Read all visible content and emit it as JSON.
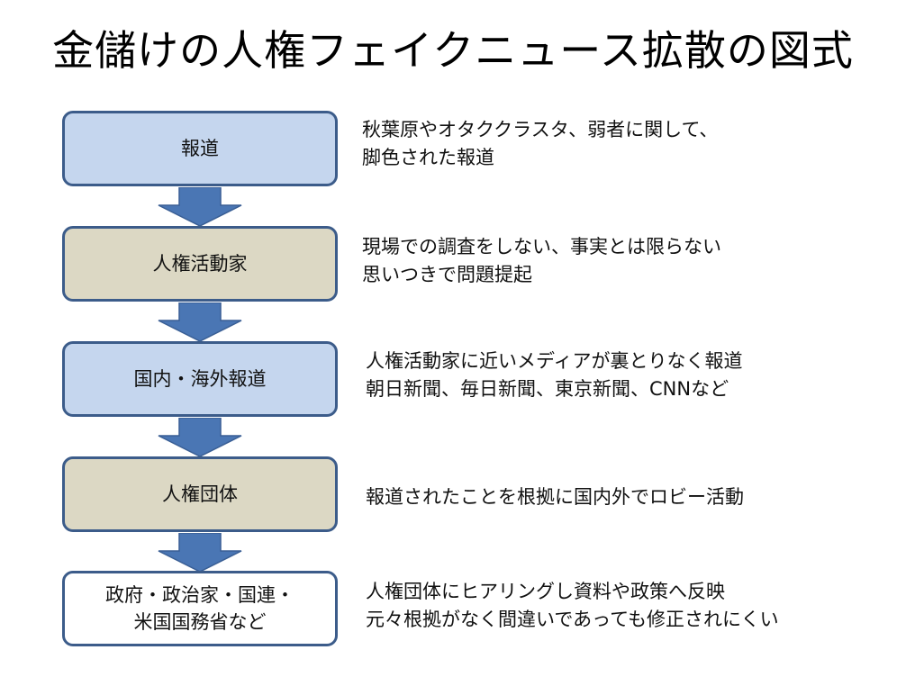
{
  "title": "金儲けの人権フェイクニュース拡散の図式",
  "colors": {
    "box_border": "#3c5c8a",
    "box_blue": "#c5d6ee",
    "box_tan": "#dcd8c4",
    "box_white": "#ffffff",
    "arrow_fill": "#4a76b4",
    "arrow_stroke": "#3a5f95"
  },
  "steps": [
    {
      "label_lines": [
        "報道"
      ],
      "style": "blue",
      "description": [
        "秋葉原やオタククラスタ、弱者に関して、",
        "脚色された報道"
      ]
    },
    {
      "label_lines": [
        "人権活動家"
      ],
      "style": "tan",
      "description": [
        "現場での調査をしない、事実とは限らない",
        "思いつきで問題提起"
      ]
    },
    {
      "label_lines": [
        "国内・海外報道"
      ],
      "style": "blue",
      "description": [
        "人権活動家に近いメディアが裏とりなく報道",
        "朝日新聞、毎日新聞、東京新聞、CNNなど"
      ]
    },
    {
      "label_lines": [
        "人権団体"
      ],
      "style": "tan",
      "description": [
        "報道されたことを根拠に国内外でロビー活動"
      ]
    },
    {
      "label_lines": [
        "政府・政治家・国連・",
        "米国国務省など"
      ],
      "style": "white",
      "description": [
        "人権団体にヒアリングし資料や政策へ反映",
        "元々根拠がなく間違いであっても修正されにくい"
      ]
    }
  ]
}
